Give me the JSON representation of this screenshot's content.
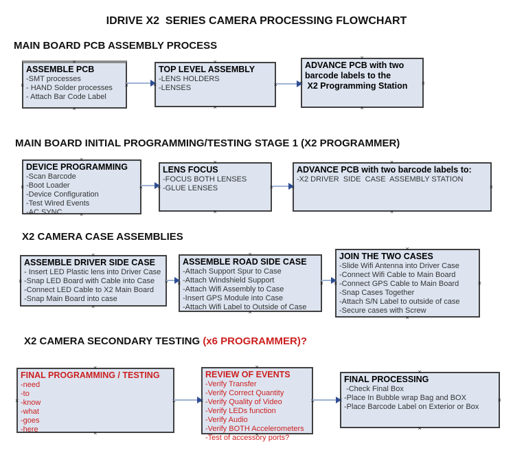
{
  "title": "IDRIVE X2  SERIES CAMERA PROCESSING FLOWCHART",
  "icons": {
    "connection_anchor": "×"
  },
  "colors": {
    "box_fill": "#dde4f0",
    "box_border": "#404040",
    "red_text": "#cc1f1f",
    "arrow_line": "#9db2d2",
    "arrow_head": "#2e4d92"
  },
  "sections": [
    {
      "heading": "MAIN BOARD PCB ASSEMBLY PROCESS",
      "boxes": [
        {
          "title": "ASSEMBLE PCB",
          "lines": [
            "-SMT processes",
            "- HAND Solder processes",
            "- Attach Bar Code Label"
          ]
        },
        {
          "title": "TOP LEVEL ASSEMBLY",
          "lines": [
            "-LENS HOLDERS",
            "-LENSES"
          ]
        },
        {
          "title": "ADVANCE PCB with two",
          "lines": [
            "barcode labels to the",
            " X2 Programming Station"
          ]
        }
      ]
    },
    {
      "heading": "MAIN BOARD INITIAL PROGRAMMING/TESTING STAGE 1 (X2 PROGRAMMER)",
      "boxes": [
        {
          "title": "DEVICE PROGRAMMING",
          "lines": [
            "-Scan Barcode",
            "-Boot Loader",
            "-Device Configuration",
            "-Test Wired Events",
            "-AC SYNC"
          ]
        },
        {
          "title": "LENS FOCUS",
          "lines": [
            "-FOCUS BOTH LENSES",
            "-GLUE LENSES"
          ]
        },
        {
          "title": "ADVANCE PCB with two barcode labels to:",
          "lines": [
            "-X2 DRIVER  SIDE  CASE  ASSEMBLY STATION"
          ]
        }
      ]
    },
    {
      "heading": "X2 CAMERA CASE ASSEMBLIES",
      "boxes": [
        {
          "title": "ASSEMBLE DRIVER SIDE CASE",
          "lines": [
            "- Insert LED Plastic lens into Driver Case",
            "-Snap LED Board with Cable into Case",
            "-Connect LED Cable to X2 Main Board",
            "-Snap Main Board into case"
          ]
        },
        {
          "title": "ASSEMBLE ROAD SIDE CASE",
          "lines": [
            "-Attach Support Spur to Case",
            "-Attach Windshield Support",
            "-Attach Wifi Assembly to Case",
            "-Insert GPS Module into Case",
            "-Attach Wifi Label to Outside of Case"
          ]
        },
        {
          "title": "JOIN THE TWO CASES",
          "lines": [
            "-Slide Wifi Antenna into Driver Case",
            "-Connect Wifi Cable to Main Board",
            "-Connect GPS Cable to Main Board",
            "-Snap Cases Together",
            "-Attach S/N Label to outside of case",
            "-Secure cases with Screw"
          ]
        }
      ]
    },
    {
      "heading": "X2 CAMERA SECONDARY TESTING ",
      "heading_red": "(x6 PROGRAMMER)?",
      "boxes": [
        {
          "title": "FINAL PROGRAMMING / TESTING",
          "lines": [
            "-need",
            "-to",
            "-know",
            "-what",
            "-goes",
            "-here"
          ]
        },
        {
          "title": "REVIEW OF EVENTS",
          "lines": [
            "-Verify Transfer",
            "-Verify Correct Quantity",
            "-Verify Quality of Video",
            "-Verify LEDs function",
            "-Verify Audio",
            "-Verify BOTH Accelerometers",
            "-Test of accessory ports?"
          ]
        },
        {
          "title": "FINAL PROCESSING",
          "lines": [
            " -Check Final Box",
            "-Place In Bubble wrap Bag and BOX",
            "-Place Barcode Label on Exterior or Box"
          ]
        }
      ]
    }
  ]
}
